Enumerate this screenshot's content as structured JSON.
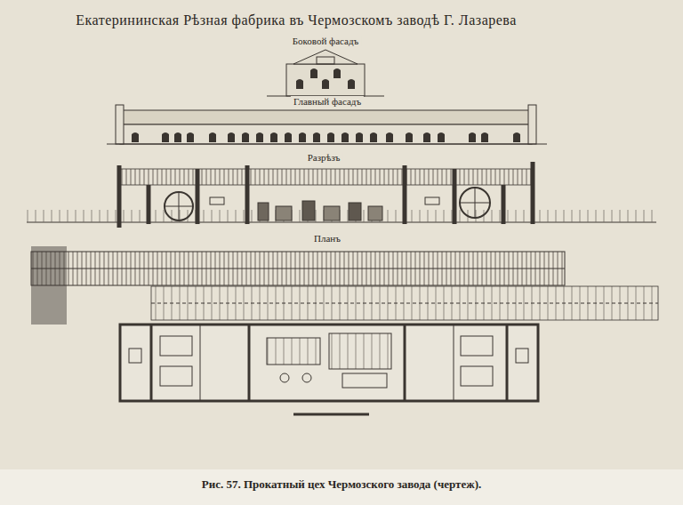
{
  "diagram": {
    "title": "Екатерининская Рѣзная фабрика въ Чермозскомъ заводѣ Г. Лазарева",
    "caption": "Рис. 57. Прокатный цех Чермозского завода (чертеж).",
    "labels": [
      "Боковой фасадъ",
      "Главный фасадъ",
      "Разрѣзъ",
      "Планъ"
    ]
  }
}
